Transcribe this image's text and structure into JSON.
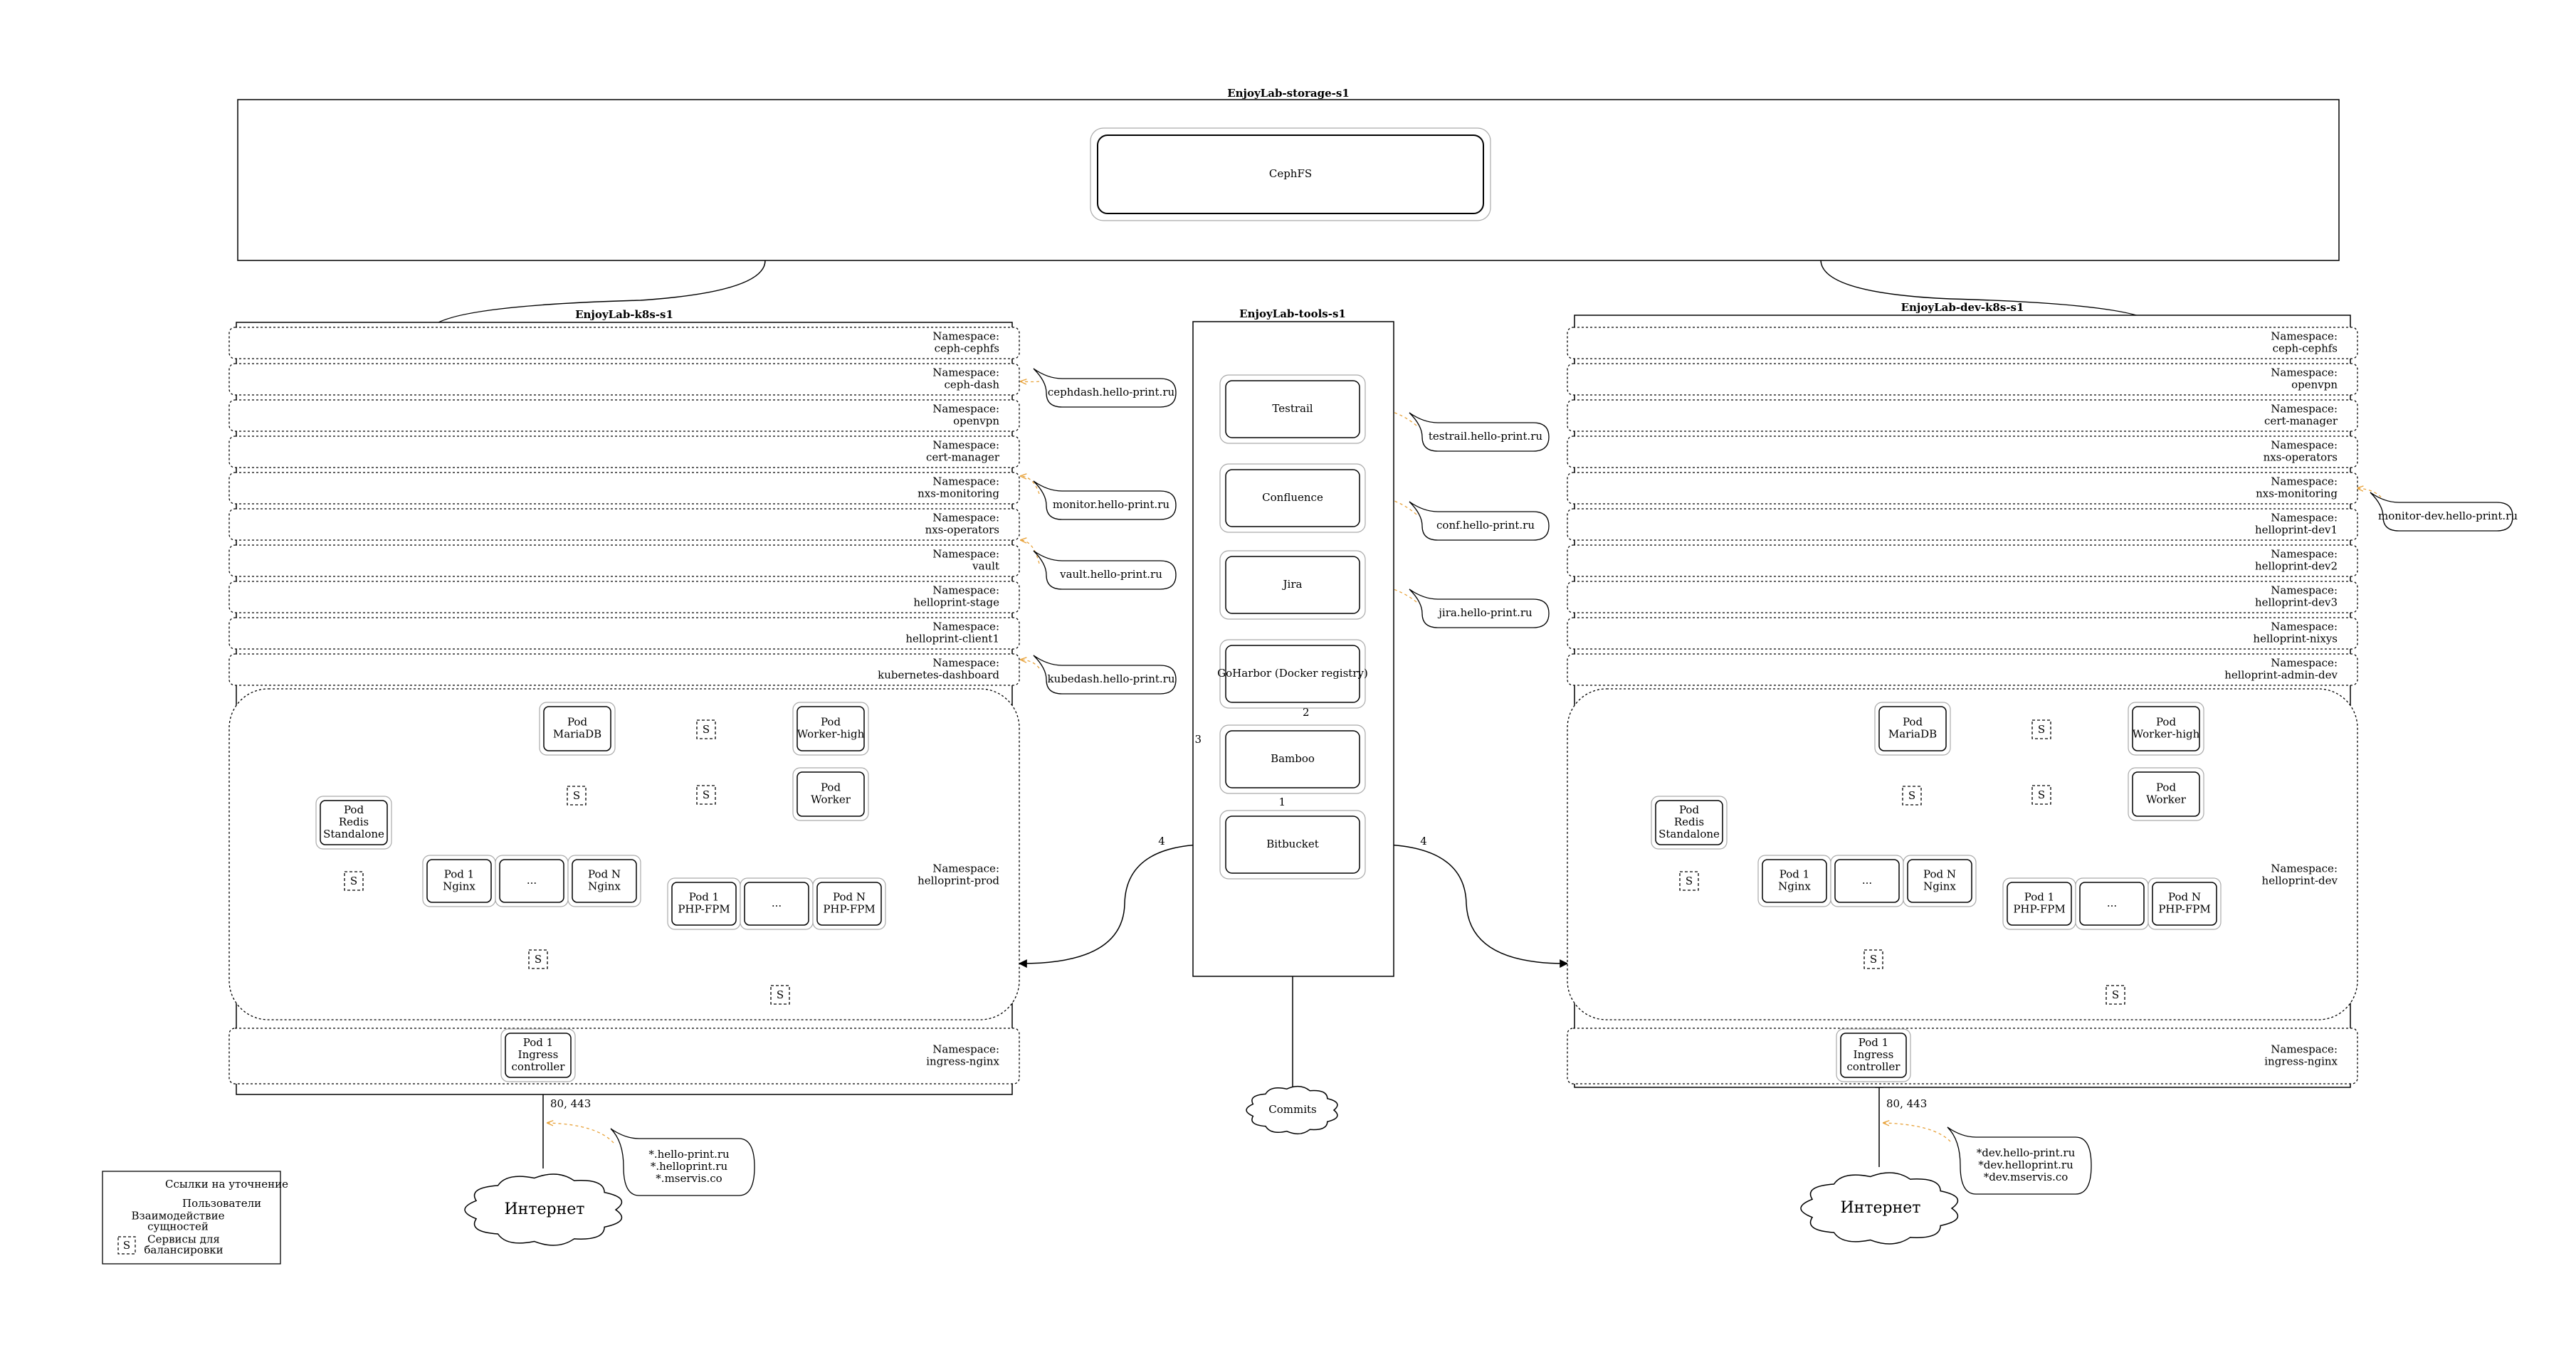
{
  "storage": {
    "title": "EnjoyLab-storage-s1",
    "cephfs": "CephFS"
  },
  "prod": {
    "title": "EnjoyLab-k8s-s1",
    "namespaces": [
      [
        "Namespace:",
        "ceph-cephfs"
      ],
      [
        "Namespace:",
        "ceph-dash"
      ],
      [
        "Namespace:",
        "openvpn"
      ],
      [
        "Namespace:",
        "cert-manager"
      ],
      [
        "Namespace:",
        "nxs-monitoring"
      ],
      [
        "Namespace:",
        "nxs-operators"
      ],
      [
        "Namespace:",
        "vault"
      ],
      [
        "Namespace:",
        "helloprint-stage"
      ],
      [
        "Namespace:",
        "helloprint-client1"
      ],
      [
        "Namespace:",
        "kubernetes-dashboard"
      ]
    ],
    "links": [
      "cephdash.hello-print.ru",
      "monitor.hello-print.ru",
      "vault.hello-print.ru",
      "kubedash.hello-print.ru"
    ],
    "app_ns": [
      "Namespace:",
      "helloprint-prod"
    ],
    "ingress_ns": [
      "Namespace:",
      "ingress-nginx"
    ],
    "ports": "80, 443",
    "internet": "Интернет",
    "domains": [
      "*.hello-print.ru",
      "*.helloprint.ru",
      "*.mservis.co"
    ]
  },
  "dev": {
    "title": "EnjoyLab-dev-k8s-s1",
    "namespaces": [
      [
        "Namespace:",
        "ceph-cephfs"
      ],
      [
        "Namespace:",
        "openvpn"
      ],
      [
        "Namespace:",
        "cert-manager"
      ],
      [
        "Namespace:",
        "nxs-operators"
      ],
      [
        "Namespace:",
        "nxs-monitoring"
      ],
      [
        "Namespace:",
        "helloprint-dev1"
      ],
      [
        "Namespace:",
        "helloprint-dev2"
      ],
      [
        "Namespace:",
        "helloprint-dev3"
      ],
      [
        "Namespace:",
        "helloprint-nixys"
      ],
      [
        "Namespace:",
        "helloprint-admin-dev"
      ]
    ],
    "links": [
      "monitor-dev.hello-print.ru"
    ],
    "app_ns": [
      "Namespace:",
      "helloprint-dev"
    ],
    "ingress_ns": [
      "Namespace:",
      "ingress-nginx"
    ],
    "ports": "80, 443",
    "internet": "Интернет",
    "domains": [
      "*dev.hello-print.ru",
      "*dev.helloprint.ru",
      "*dev.mservis.co"
    ]
  },
  "pods": {
    "mariadb": [
      "Pod",
      "MariaDB"
    ],
    "worker_high": [
      "Pod",
      "Worker-high"
    ],
    "worker": [
      "Pod",
      "Worker"
    ],
    "redis": [
      "Pod",
      "Redis",
      "Standalone"
    ],
    "nginx1": [
      "Pod 1",
      "Nginx"
    ],
    "ellipsis": "...",
    "nginxN": [
      "Pod N",
      "Nginx"
    ],
    "php1": [
      "Pod 1",
      "PHP-FPM"
    ],
    "phpN": [
      "Pod N",
      "PHP-FPM"
    ],
    "ingress": [
      "Pod 1",
      "Ingress",
      "controller"
    ],
    "service": "S"
  },
  "tools": {
    "title": "EnjoyLab-tools-s1",
    "services": [
      "Testrail",
      "Confluence",
      "Jira",
      "GoHarbor (Docker registry)",
      "Bamboo",
      "Bitbucket"
    ],
    "links": [
      "testrail.hello-print.ru",
      "conf.hello-print.ru",
      "jira.hello-print.ru"
    ],
    "commits": "Commits",
    "edge_labels": [
      "1",
      "2",
      "3",
      "4",
      "4"
    ]
  },
  "legend": {
    "items": [
      "Ссылки на уточнение",
      "Пользователи",
      "Взаимодействие сущностей",
      "Сервисы для балансировки"
    ],
    "service_symbol": "S"
  },
  "colors": {
    "link_arrow": "#e8a33c",
    "stroke": "#000000",
    "inner_stroke": "#aaaaaa"
  }
}
